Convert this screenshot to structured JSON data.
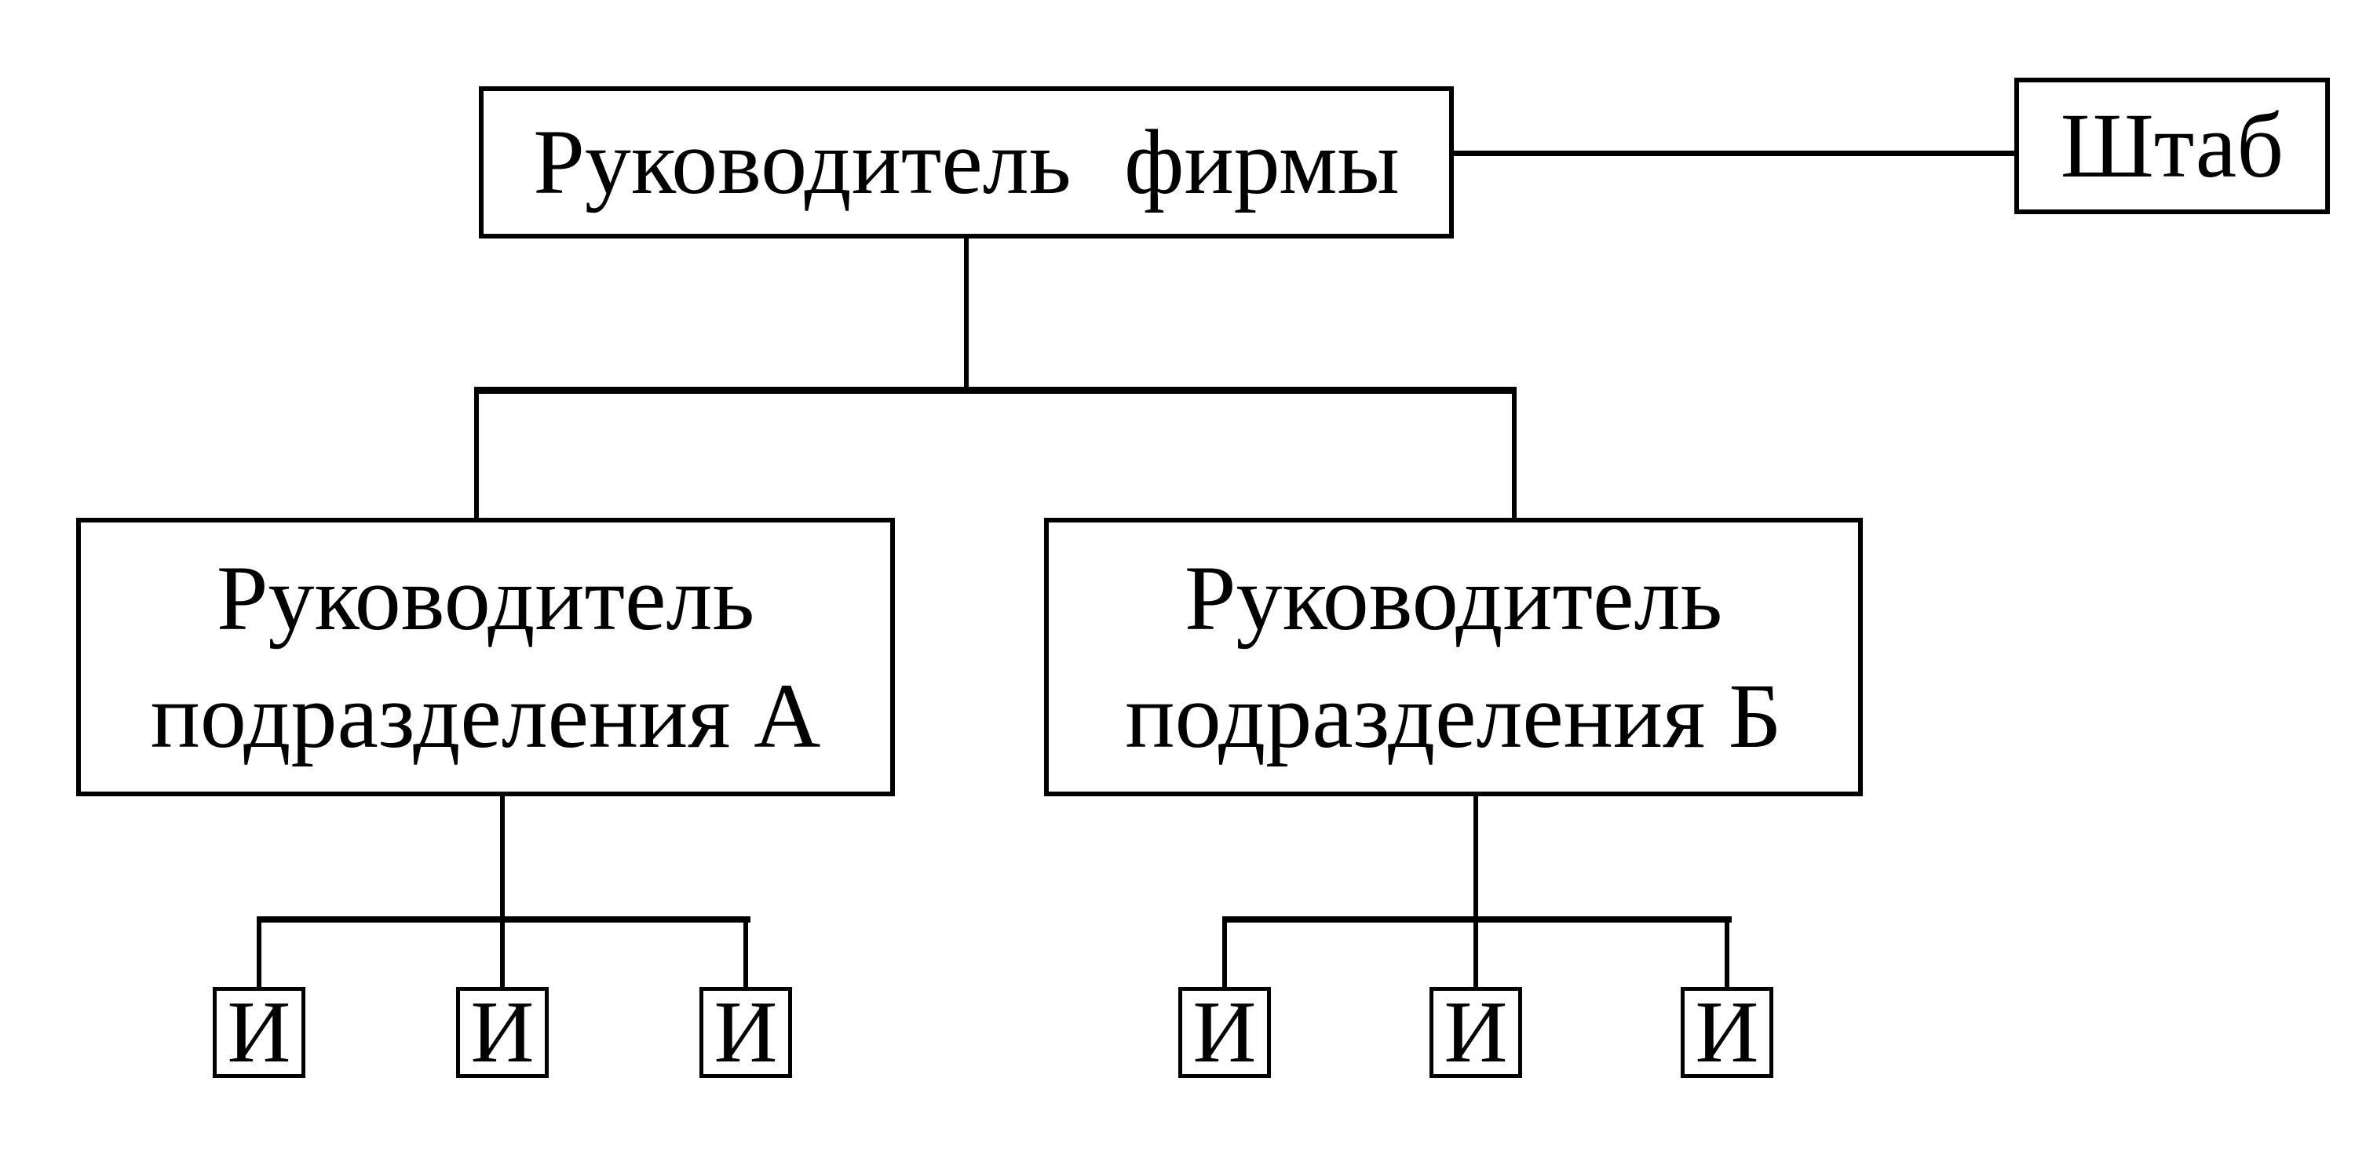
{
  "colors": {
    "background": "#ffffff",
    "line": "#000000",
    "box_fill": "#ffffff",
    "text": "#000000"
  },
  "org_chart": {
    "root": {
      "label": "Руководитель фирмы"
    },
    "staff": {
      "label": "Штаб"
    },
    "divisions": [
      {
        "line1": "Руководитель",
        "line2": "подразделения А",
        "executors": [
          "И",
          "И",
          "И"
        ]
      },
      {
        "line1": "Руководитель",
        "line2": "подразделения Б",
        "executors": [
          "И",
          "И",
          "И"
        ]
      }
    ]
  }
}
